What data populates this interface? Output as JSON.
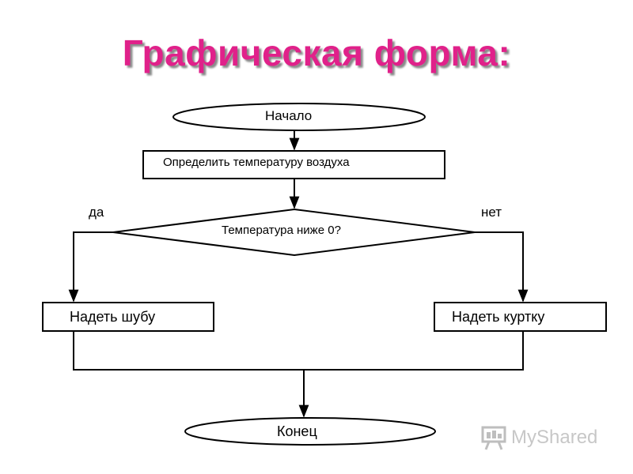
{
  "title": "Графическая форма:",
  "flowchart": {
    "start": "Начало",
    "process": "Определить температуру воздуха",
    "condition": "Температура ниже 0?",
    "yes_label": "да",
    "no_label": "нет",
    "yes_action": "Надеть шубу",
    "no_action": "Надеть куртку",
    "end": "Конец"
  },
  "watermark": {
    "text": "MyShared"
  },
  "colors": {
    "title": "#e0218a",
    "lines": "#000000"
  }
}
